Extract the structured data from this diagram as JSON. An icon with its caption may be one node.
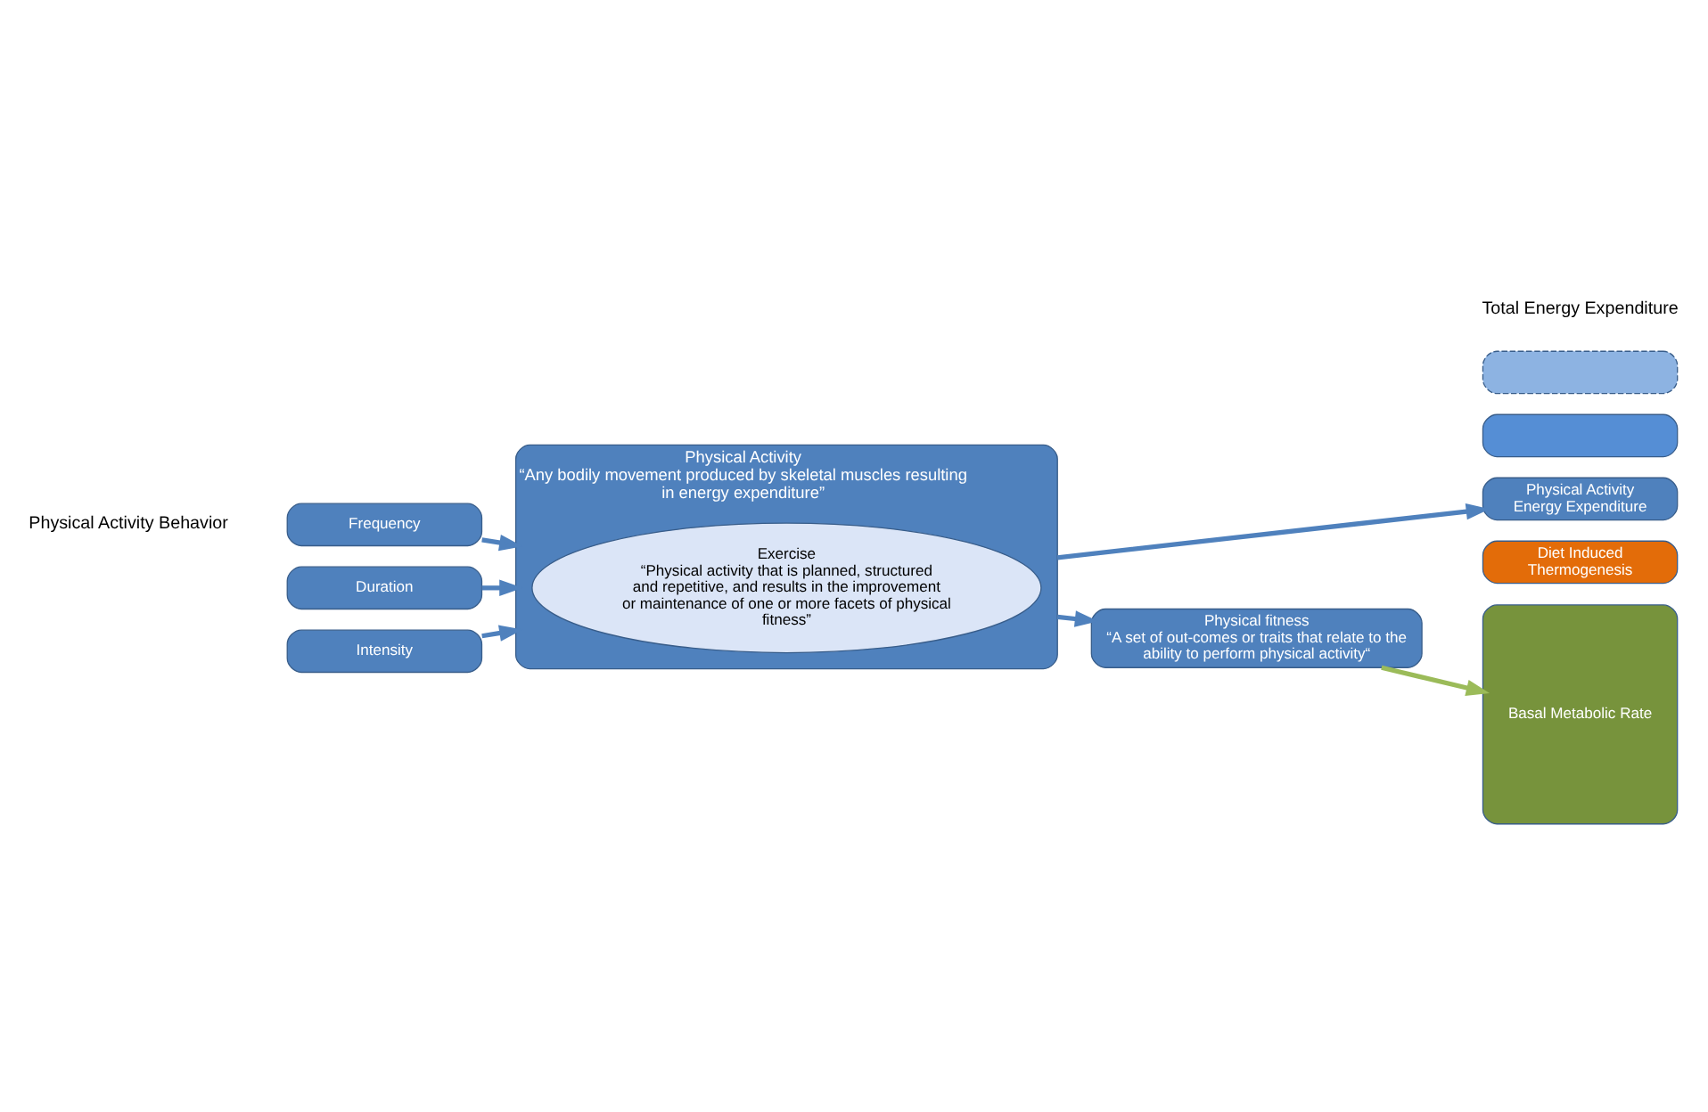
{
  "diagram": {
    "nodes": [
      {
        "text": [
          "Physical Activity",
          "“Any bodily movement produced by skeletal muscles resulting in energy expenditure”"
        ]
      },
      {
        "text": [
          "Exercise",
          "“Physical activity that is planned, structured and repetitive, and results in the improvement or maintenance of one or more facets of physical fitness”"
        ],
        "in": 0
      },
      {
        "text": [
          "Frequency"
        ]
      },
      {
        "text": [
          "Duration"
        ]
      },
      {
        "text": [
          "Intensity"
        ]
      },
      {
        "text": [
          "Physical fitness",
          "“A set of out-comes or traits that relate to the ability to perform physical activity“"
        ]
      },
      {
        "text": [],
        "shape": "box"
      },
      {
        "text": [],
        "shape": "box"
      },
      {
        "text": [
          "Physical Activity Energy Expenditure"
        ]
      },
      {
        "text": [
          "Diet Induced Thermogenesis"
        ]
      },
      {
        "text": [
          "Basal Metabolic Rate"
        ]
      }
    ],
    "edges": [
      {
        "from": 2,
        "to": 0,
        "arrow": "to"
      },
      {
        "from": 3,
        "to": 0,
        "arrow": "to"
      },
      {
        "from": 4,
        "to": 0,
        "arrow": "to"
      },
      {
        "from": 0,
        "to": 5,
        "arrow": "to"
      },
      {
        "from": 0,
        "to": 8,
        "arrow": "to"
      },
      {
        "from": 5,
        "to": 10,
        "arrow": "to",
        "color": "#9bbb59"
      }
    ],
    "labels": [
      "Physical Activity Behavior",
      "Total Energy Expenditure"
    ]
  }
}
